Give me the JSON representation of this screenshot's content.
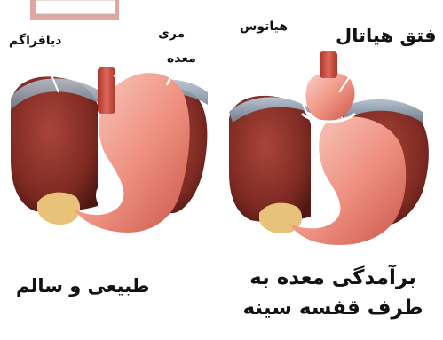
{
  "colors": {
    "liver": "#8b2f26",
    "liver_dark": "#5a1a14",
    "stomach": "#ec8a7b",
    "stomach_light": "#f8c8bc",
    "esophagus": "#c8453a",
    "diaphragm": "#8a97a8",
    "fat": "#e8c278",
    "leader_line": "#ffffff",
    "text": "#111111"
  },
  "labels": {
    "diaphragm": "دیافراگم",
    "esophagus": "مری",
    "stomach": "معده",
    "hiatus": "هیاتوس",
    "hiatal_hernia": "فتق هیاتال",
    "normal": "طبیعی و سالم",
    "stomach_displaced": "برآمدگی معده به طرف قفسه سینه"
  }
}
